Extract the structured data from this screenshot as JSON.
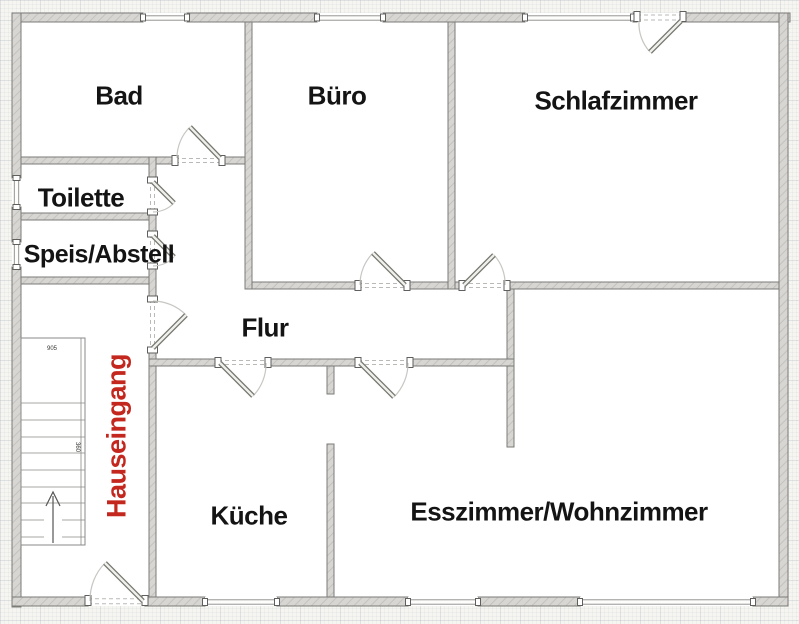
{
  "plan": {
    "rooms": [
      {
        "id": "bad",
        "label": "Bad"
      },
      {
        "id": "buero",
        "label": "Büro"
      },
      {
        "id": "schlafzimmer",
        "label": "Schlafzimmer"
      },
      {
        "id": "toilette",
        "label": "Toilette"
      },
      {
        "id": "speis",
        "label": "Speis/Abstell"
      },
      {
        "id": "flur",
        "label": "Flur"
      },
      {
        "id": "hauseingang",
        "label": "Hauseingang"
      },
      {
        "id": "kueche",
        "label": "Küche"
      },
      {
        "id": "esszimmer",
        "label": "Esszimmer/Wohnzimmer"
      }
    ],
    "stairs": {
      "dim_top": "905",
      "dim_side": "360"
    },
    "colors": {
      "room_label": "#141414",
      "entrance_label": "#c4271d",
      "wall_fill": "#d7d6d3",
      "wall_stroke": "#7b7b78",
      "paper": "#f6f5f2"
    }
  }
}
